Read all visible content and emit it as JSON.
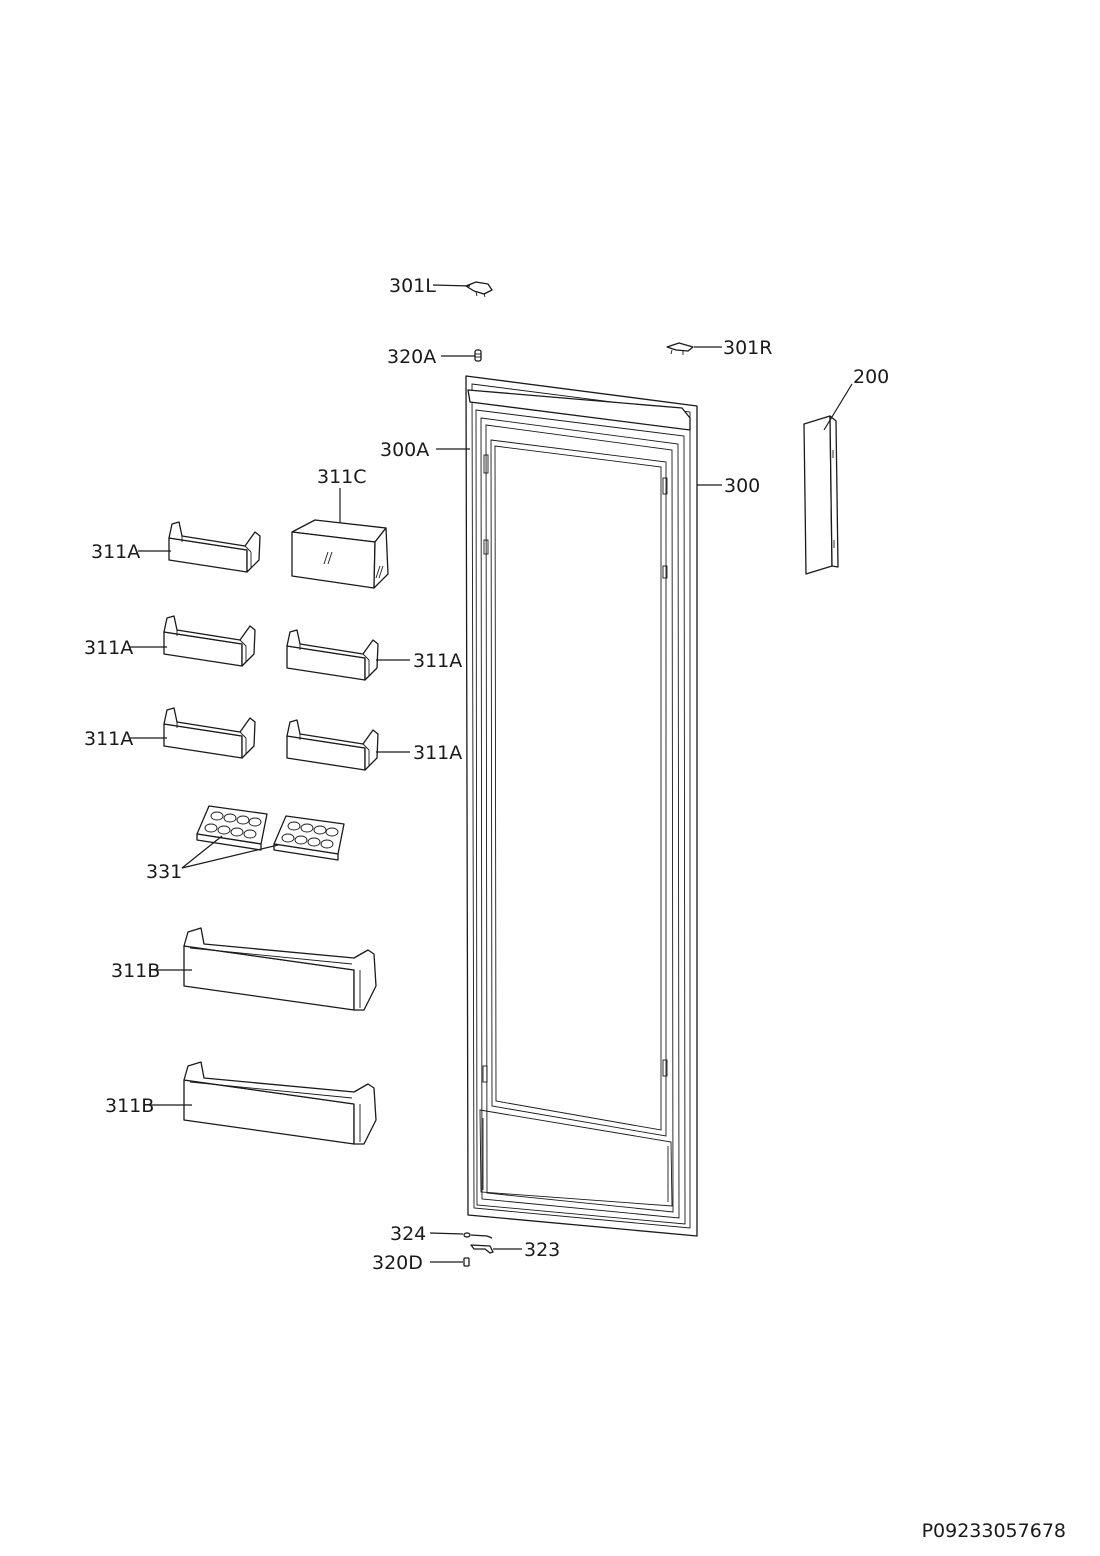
{
  "diagram": {
    "labels": {
      "p301L": "301L",
      "p320A": "320A",
      "p301R": "301R",
      "p200": "200",
      "p300A": "300A",
      "p300": "300",
      "p311C": "311C",
      "p311A_1": "311A",
      "p311A_2": "311A",
      "p311A_3": "311A",
      "p311A_4": "311A",
      "p311A_5": "311A",
      "p331": "331",
      "p311B_1": "311B",
      "p311B_2": "311B",
      "p324": "324",
      "p323": "323",
      "p320D": "320D"
    },
    "document_id": "P09233057678"
  }
}
